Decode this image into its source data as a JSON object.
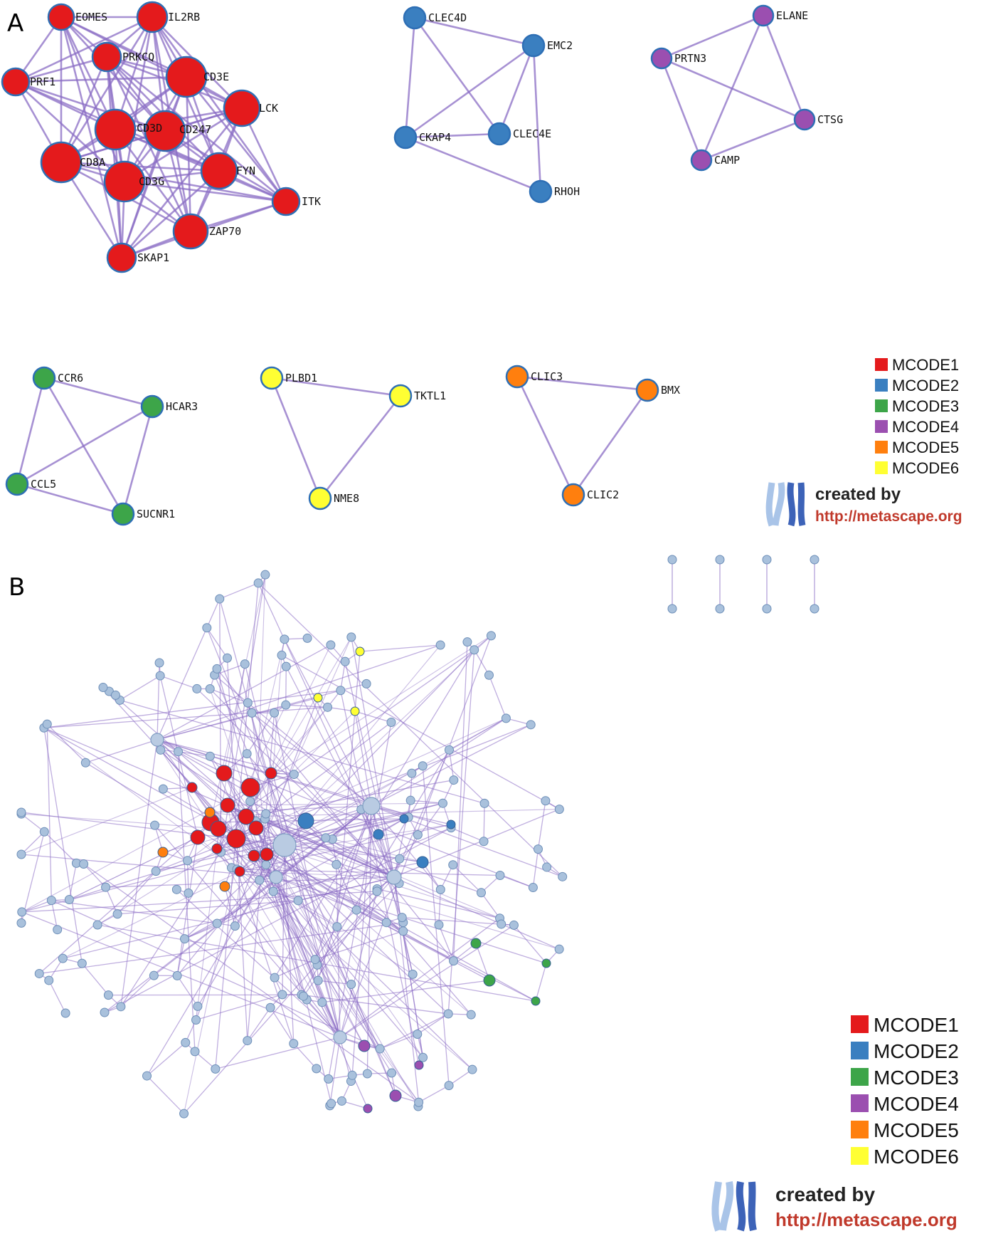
{
  "colors": {
    "MCODE1": "#e41a1c",
    "MCODE2": "#3a7fc0",
    "MCODE3": "#3da549",
    "MCODE4": "#9b4fb0",
    "MCODE5": "#ff7f0e",
    "MCODE6": "#ffff33",
    "background_node": "#a9c1dc",
    "edge": "#8a6cc4"
  },
  "panel_a": {
    "letter": "A",
    "clusters": [
      {
        "module": "MCODE1",
        "nodes": [
          "EOMES",
          "IL2RB",
          "PRKCQ",
          "PRF1",
          "CD3E",
          "LCK",
          "CD3D",
          "CD247",
          "CD8A",
          "CD3G",
          "FYN",
          "ITK",
          "ZAP70",
          "SKAP1"
        ]
      },
      {
        "module": "MCODE2",
        "nodes": [
          "CLEC4D",
          "EMC2",
          "CKAP4",
          "CLEC4E",
          "RHOH"
        ]
      },
      {
        "module": "MCODE4",
        "nodes": [
          "ELANE",
          "PRTN3",
          "CTSG",
          "CAMP"
        ]
      },
      {
        "module": "MCODE3",
        "nodes": [
          "CCR6",
          "HCAR3",
          "CCL5",
          "SUCNR1"
        ]
      },
      {
        "module": "MCODE6",
        "nodes": [
          "PLBD1",
          "TKTL1",
          "NME8"
        ]
      },
      {
        "module": "MCODE5",
        "nodes": [
          "CLIC3",
          "BMX",
          "CLIC2"
        ]
      }
    ],
    "legend": [
      "MCODE1",
      "MCODE2",
      "MCODE3",
      "MCODE4",
      "MCODE5",
      "MCODE6"
    ],
    "credit": {
      "line1": "created by",
      "line2": "http://metascape.org"
    }
  },
  "panel_b": {
    "letter": "B",
    "legend": [
      "MCODE1",
      "MCODE2",
      "MCODE3",
      "MCODE4",
      "MCODE5",
      "MCODE6"
    ],
    "credit": {
      "line1": "created by",
      "line2": "http://metascape.org"
    }
  }
}
